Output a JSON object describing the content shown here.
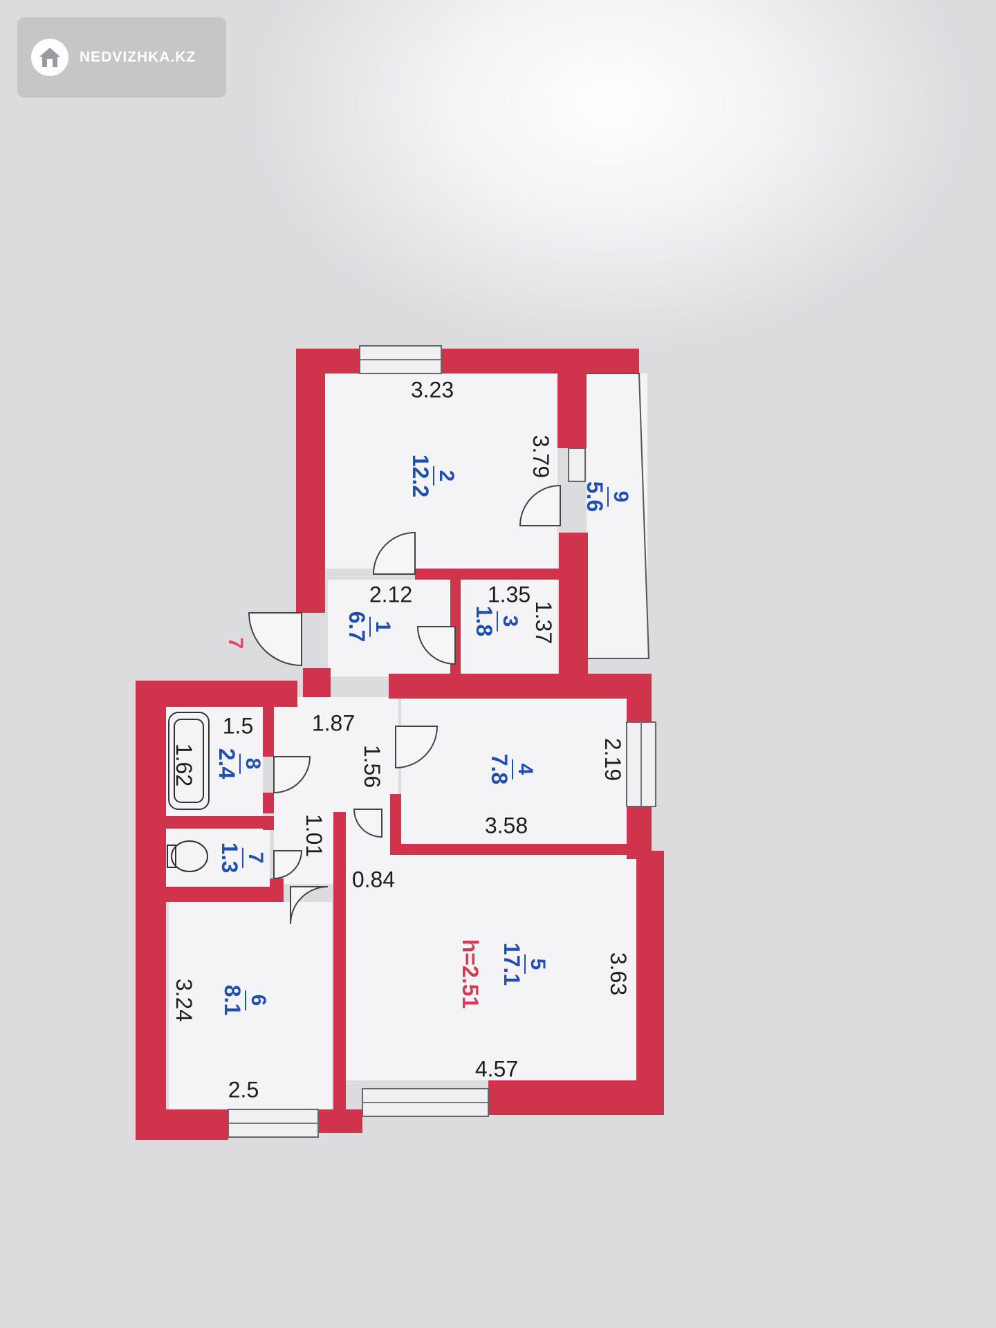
{
  "watermark": {
    "brand": "NEDVIZHKA.KZ",
    "icon": "house-icon"
  },
  "colors": {
    "wall": "#d0344d",
    "room_label": "#1f4fb0",
    "height_label": "#d23a55",
    "dimension": "#1d1d1d"
  },
  "rooms": [
    {
      "id": "1",
      "area": "6.7"
    },
    {
      "id": "2",
      "area": "12.2"
    },
    {
      "id": "3",
      "area": "1.8"
    },
    {
      "id": "4",
      "area": "7.8"
    },
    {
      "id": "5",
      "area": "17.1"
    },
    {
      "id": "6",
      "area": "8.1"
    },
    {
      "id": "7",
      "area": "1.3"
    },
    {
      "id": "8",
      "area": "2.4"
    },
    {
      "id": "9",
      "area": "5.6"
    }
  ],
  "ceiling_height": "h=2.51",
  "entrance_mark": "7",
  "dimensions": {
    "room2_width": "3.23",
    "room2_length": "3.79",
    "room1_width": "2.12",
    "room3_width": "1.35",
    "room3_length": "1.37",
    "hall_width": "1.87",
    "hall_length": "1.56",
    "room4_length": "2.19",
    "room4_width": "3.58",
    "bath_width": "1.5",
    "bath_length": "1.62",
    "corridor_width": "1.01",
    "corridor_small": "0.84",
    "room5_length": "3.63",
    "room5_width": "4.57",
    "room6_length": "3.24",
    "room6_width": "2.5"
  }
}
